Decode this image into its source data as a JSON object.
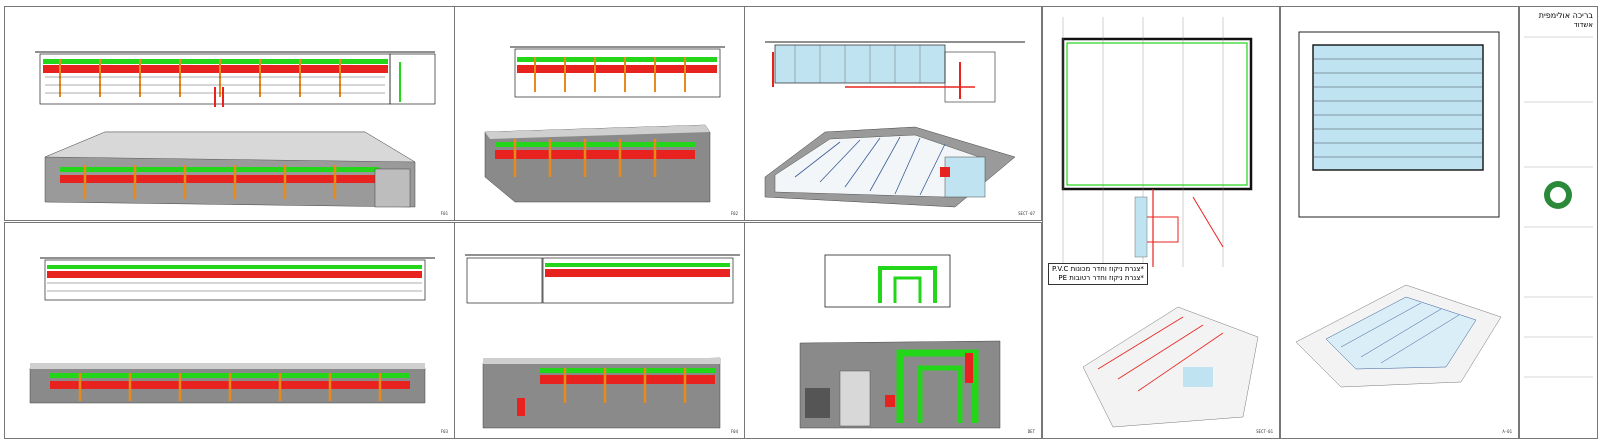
{
  "sheet": {
    "title_block": {
      "project_line1": "בריכה אולימפית",
      "project_line2": "אשדוד"
    },
    "note": {
      "line1": "*צנרת ניקוז וחדר מכונות P.V.C",
      "line2": "*צנרת ניקוז וחדר רטובות PE"
    },
    "colors": {
      "drainage_pipe": "#e8231f",
      "supply_pipe": "#23d619",
      "columns": "#e88a1a",
      "pool_water": "#bfe3f0",
      "concrete": "#8a8a8a"
    },
    "panels": [
      {
        "id": "p1",
        "label": "",
        "sheet_no": "F01"
      },
      {
        "id": "p2",
        "label": "",
        "sheet_no": "F02"
      },
      {
        "id": "p3",
        "label": "",
        "sheet_no": "SECT-07"
      },
      {
        "id": "p4",
        "label": "",
        "sheet_no": "F03"
      },
      {
        "id": "p5",
        "label": "",
        "sheet_no": "F04"
      },
      {
        "id": "p6",
        "label": "",
        "sheet_no": "DET"
      },
      {
        "id": "p7",
        "label": "",
        "sheet_no": "SECT-01"
      },
      {
        "id": "p8",
        "label": "",
        "sheet_no": "A-01"
      }
    ]
  }
}
